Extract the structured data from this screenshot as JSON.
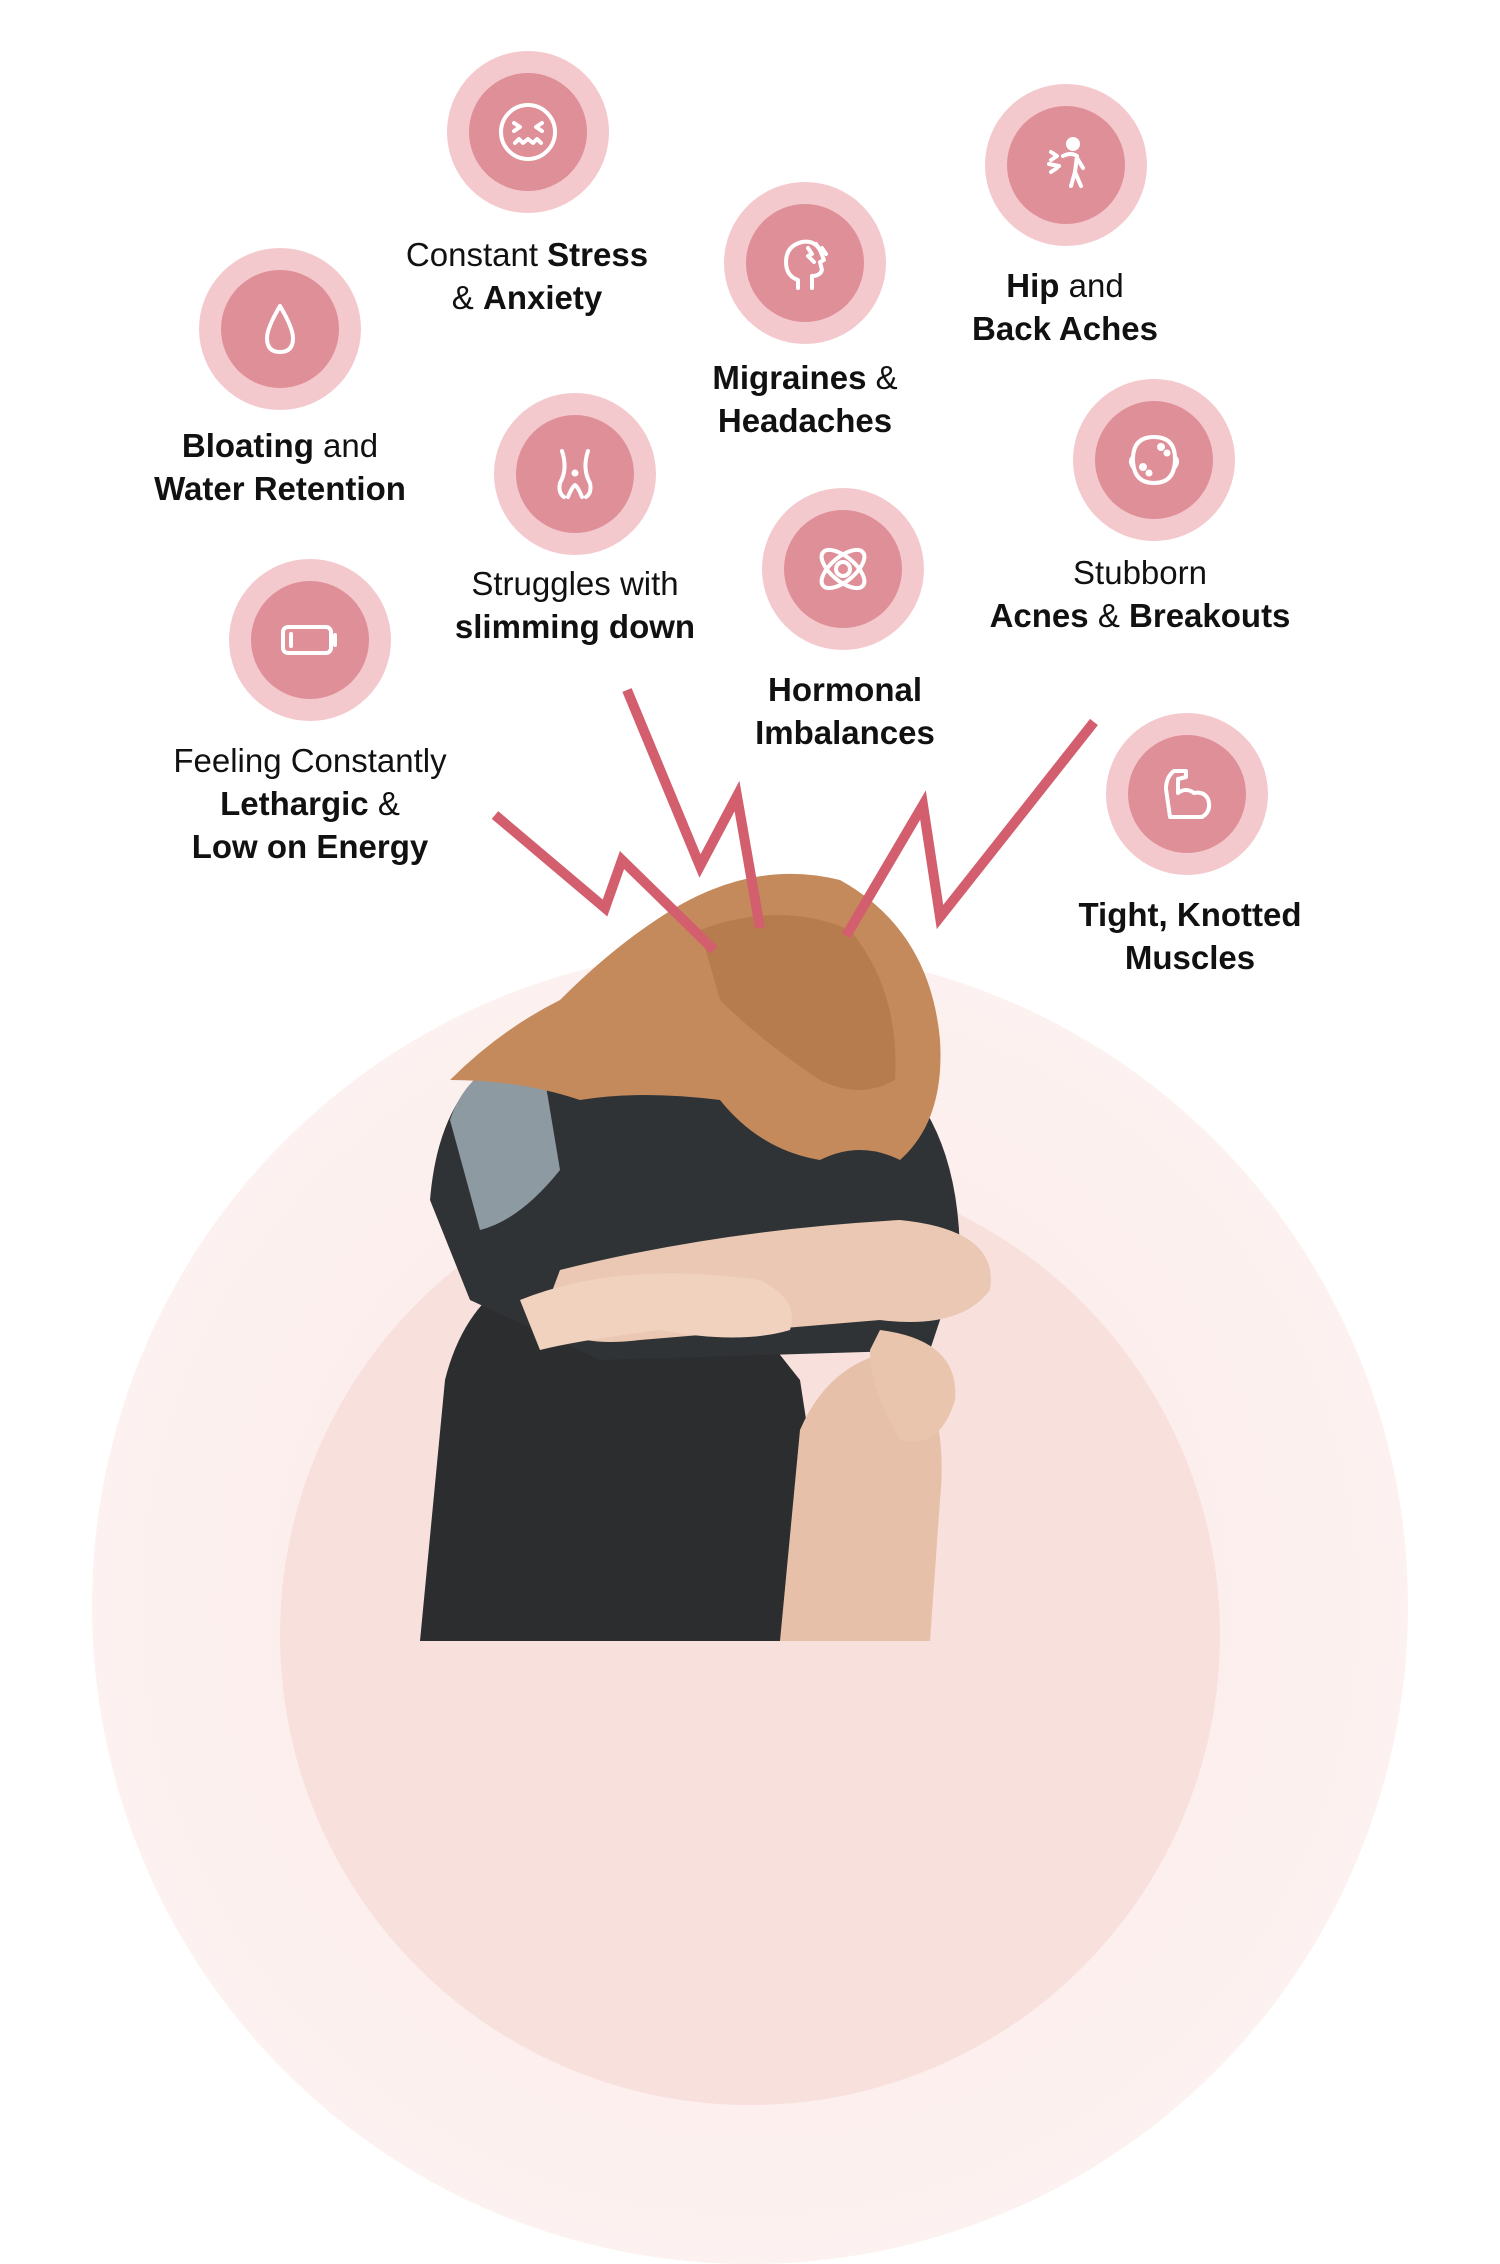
{
  "symptoms": {
    "stress": {
      "icon": "stressed-face-icon",
      "line1_a": "Constant ",
      "line1_b": "Stress",
      "line2_a": "& ",
      "line2_b": "Anxiety"
    },
    "migraines": {
      "icon": "head-pain-icon",
      "line1_b": "Migraines",
      "line1_a": " &",
      "line2_b": "Headaches"
    },
    "hip": {
      "icon": "back-pain-icon",
      "line1_b": "Hip",
      "line1_a": " and",
      "line2_b": "Back Aches"
    },
    "bloating": {
      "icon": "water-drop-icon",
      "line1_b": "Bloating",
      "line1_a": " and",
      "line2_b": "Water Retention"
    },
    "slimming": {
      "icon": "waist-icon",
      "line1_a": "Struggles with",
      "line2_b": "slimming down"
    },
    "hormonal": {
      "icon": "hormone-atom-icon",
      "line1_b": "Hormonal",
      "line2_b": "Imbalances"
    },
    "acne": {
      "icon": "acne-face-icon",
      "line1_a": "Stubborn",
      "line2_b1": "Acnes",
      "line2_a": " & ",
      "line2_b2": "Breakouts"
    },
    "lethargic": {
      "icon": "low-battery-icon",
      "line1_a": "Feeling Constantly",
      "line2_b": "Lethargic",
      "line2_a": " &",
      "line3_b": "Low on Energy"
    },
    "muscles": {
      "icon": "flexed-arm-icon",
      "line1_b": "Tight, Knotted",
      "line2_b": "Muscles"
    }
  },
  "colors": {
    "badge_outer": "#f4c9ce",
    "badge_inner": "#df8f98",
    "bolt": "#d35e6e",
    "icon_stroke": "#ffffff"
  }
}
